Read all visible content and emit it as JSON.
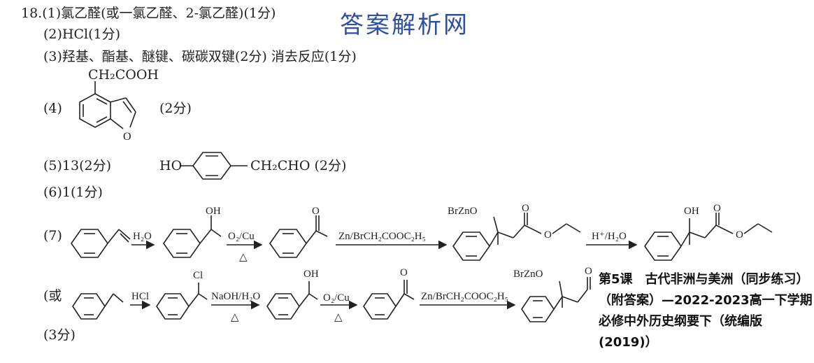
{
  "answers": {
    "q18_1": "18.(1)氯乙醛(或一氯乙醛、2-氯乙醛)(1分)",
    "q2": "(2)HCl(1分)",
    "q3": "(3)羟基、酯基、醚键、碳碳双键(2分)  消去反应(1分)",
    "q4_label": "(4)",
    "q4_sub": "CH₂COOH",
    "q4_score": "(2分)",
    "q5": "(5)13(2分)",
    "q5_formula_ho": "HO",
    "q5_formula_rest": "CH₂CHO (2分)",
    "q6": "(6)1(1分)",
    "q7_label": "(7)",
    "alt_label": "(或",
    "final_score": "(3分)"
  },
  "scheme1": {
    "r1": "H₂O",
    "r2": "O₂/Cu",
    "r2_cond": "△",
    "r3": "Zn/BrCH₂COOC₂H₅",
    "r4": "H⁺/H₂O",
    "oh": "OH",
    "o": "O",
    "brzno": "BrZnO"
  },
  "scheme2": {
    "r1": "HCl",
    "r2": "NaOH/H₂O",
    "r2_cond": "△",
    "r3": "O₂/Cu",
    "r3_cond": "△",
    "r4": "Zn/BrCH₂COOC₂H₅",
    "cl": "Cl",
    "oh": "OH",
    "o": "O",
    "brzno": "BrZnO"
  },
  "watermark": "答案解析网",
  "overlay_title": "第5课　古代非洲与美洲（同步练习）（附答案）—2022-2023高一下学期必修中外历史纲要下（统编版(2019)）",
  "colors": {
    "watermark": "#2d4fa6",
    "text": "#222222"
  }
}
